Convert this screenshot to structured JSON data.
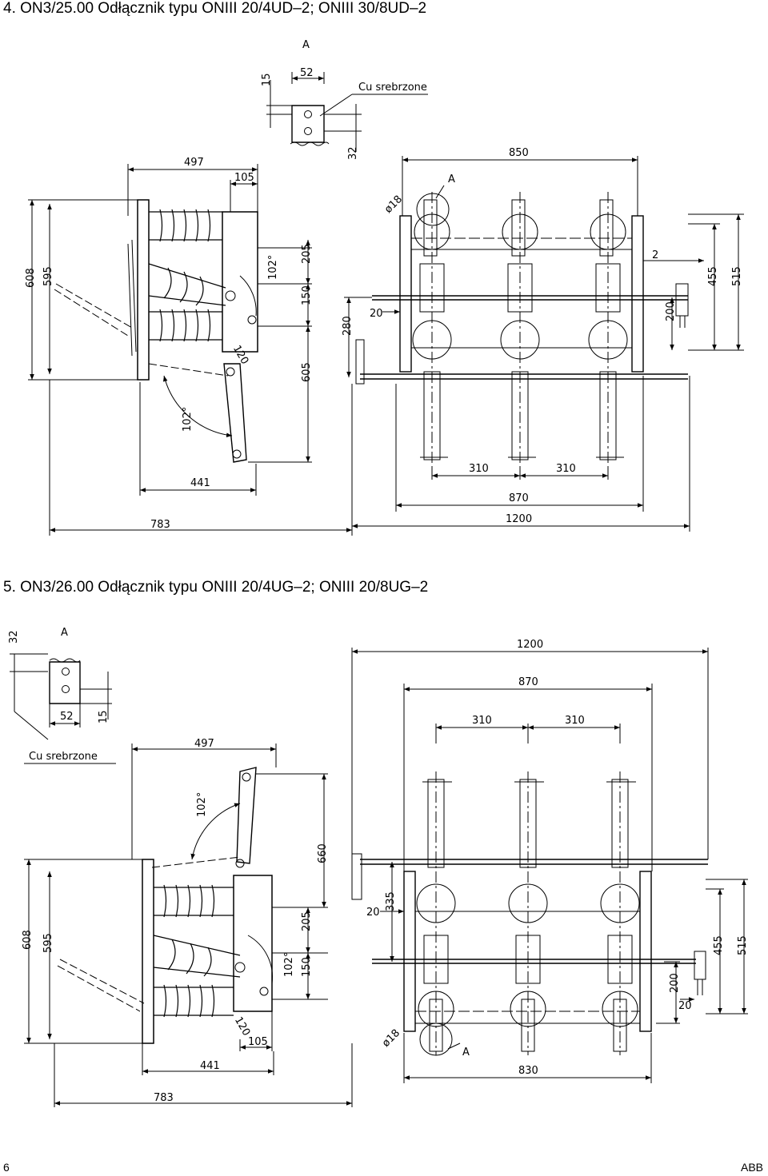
{
  "section1": {
    "title": "4. ON3/25.00 Odłącznik typu ONIII 20/4UD–2; ONIII 30/8UD–2",
    "detail": {
      "view_label": "A",
      "width": "52",
      "height": "15",
      "offset": "32",
      "material": "Cu srebrzone"
    },
    "side": {
      "width_top": "497",
      "offset_top": "105",
      "height_total": "608",
      "height_inner": "595",
      "h205": "205",
      "h150": "150",
      "h605": "605",
      "angle1": "102°",
      "angle2": "120",
      "angle3": "102°",
      "width_441": "441",
      "width_783": "783"
    },
    "front": {
      "view_label": "A",
      "hole": "ø18",
      "width_top": "850",
      "gap": "2",
      "h455": "455",
      "h515": "515",
      "h200": "200",
      "h280": "280",
      "w20": "20",
      "pitch1": "310",
      "pitch2": "310",
      "width_870": "870",
      "width_1200": "1200"
    }
  },
  "section2": {
    "title": "5. ON3/26.00 Odłącznik typu ONIII 20/4UG–2; ONIII 20/8UG–2",
    "detail": {
      "view_label": "A",
      "offset": "32",
      "width": "52",
      "height": "15",
      "material": "Cu srebrzone"
    },
    "side": {
      "width_top": "497",
      "angle1": "102°",
      "height_660": "660",
      "height_total": "608",
      "height_inner": "595",
      "h205": "205",
      "h150": "150",
      "angle2": "102°",
      "angle3": "120",
      "offset_105": "105",
      "width_441": "441",
      "width_783": "783"
    },
    "front": {
      "width_1200": "1200",
      "width_870": "870",
      "pitch1": "310",
      "pitch2": "310",
      "w20a": "20",
      "h335": "335",
      "h200": "200",
      "w20b": "20",
      "h455": "455",
      "h515": "515",
      "hole": "ø18",
      "view_label": "A",
      "width_830": "830"
    }
  },
  "footer": {
    "page": "6",
    "brand": "ABB"
  }
}
